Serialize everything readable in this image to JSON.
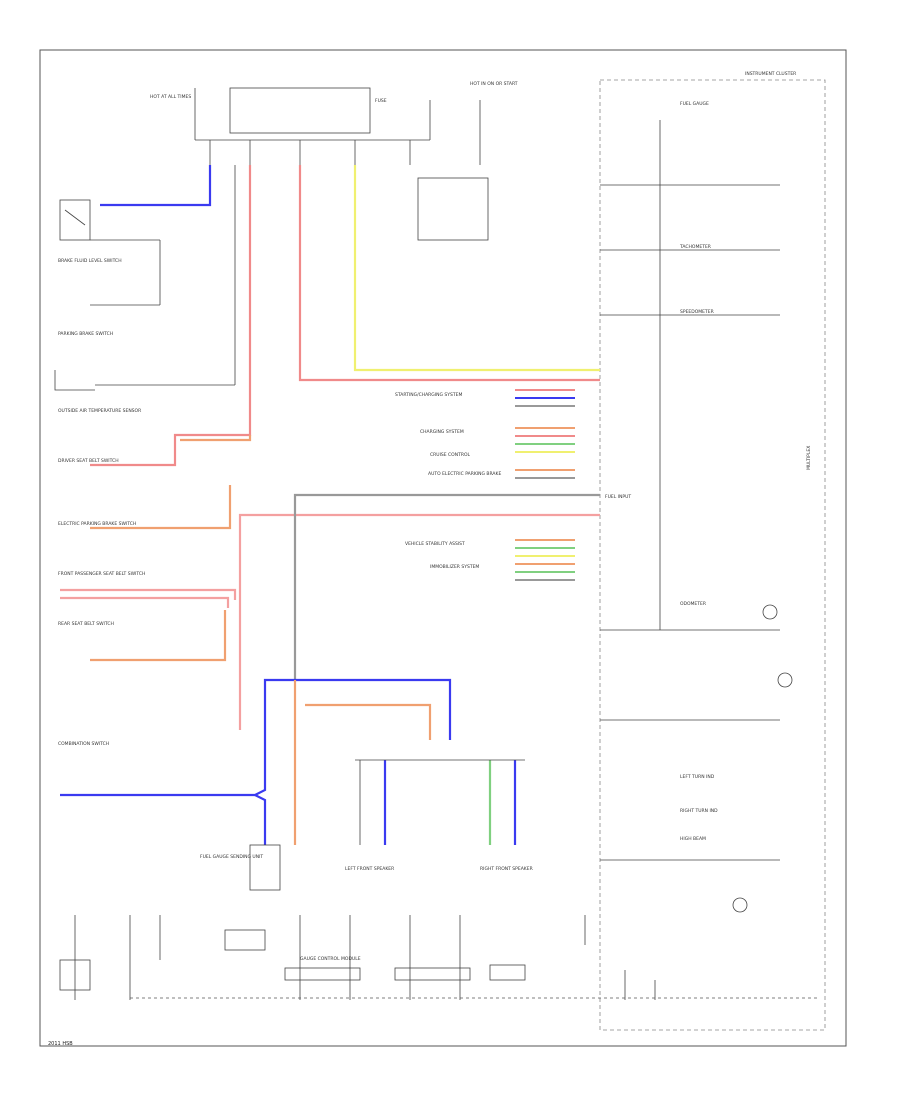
{
  "colors": {
    "blue": "#3a3af0",
    "red": "#f08a8a",
    "pink": "#f4a0a0",
    "orange": "#f0a070",
    "yellow": "#f0f070",
    "green": "#80d080",
    "gray": "#999999",
    "line": "#444444"
  },
  "page": {
    "footer": "2011 HSB"
  },
  "top_labels": {
    "hot_at_all_times": "HOT AT ALL TIMES",
    "fuse": "FUSE",
    "hot_in_on": "HOT IN ON OR START",
    "instrument_cluster": "INSTRUMENT CLUSTER"
  },
  "left_components": [
    "BRAKE FLUID LEVEL SWITCH",
    "PARKING BRAKE SWITCH",
    "OUTSIDE AIR TEMPERATURE SENSOR",
    "DRIVER SEAT BELT SWITCH",
    "ELECTRIC PARKING BRAKE SWITCH",
    "FRONT PASSENGER SEAT BELT SWITCH",
    "REAR SEAT BELT SWITCH",
    "COMBINATION SWITCH"
  ],
  "middle_systems": [
    "STARTING/CHARGING SYSTEM",
    "CHARGING SYSTEM",
    "CRUISE CONTROL",
    "AUTO ELECTRIC PARKING BRAKE",
    "FUEL INPUT",
    "VEHICLE STABILITY ASSIST",
    "IMMOBILIZER SYSTEM"
  ],
  "right_components": [
    "FUEL GAUGE",
    "TACHOMETER",
    "SPEEDOMETER",
    "ODOMETER",
    "LEFT TURN IND",
    "RIGHT TURN IND",
    "HIGH BEAM"
  ],
  "bottom_components": [
    "FUEL GAUGE SENDING UNIT",
    "GAUGE CONTROL MODULE",
    "LEFT FRONT SPEAKER",
    "RIGHT FRONT SPEAKER"
  ],
  "side_label": "MULTIPLEX"
}
